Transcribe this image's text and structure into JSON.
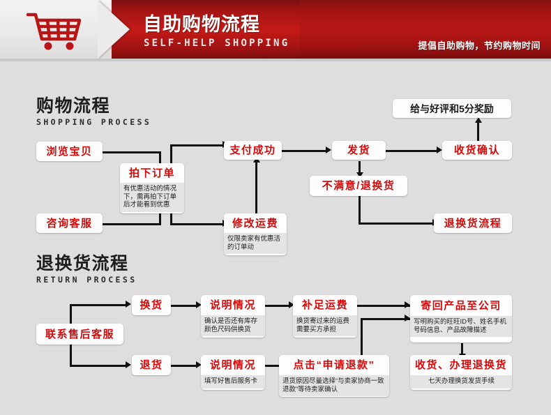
{
  "header": {
    "icon": "shopping-cart-icon",
    "title_cn": "自助购物流程",
    "title_en": "SELF-HELP SHOPPING",
    "tagline": "提倡自助购物，节约购物时间",
    "bg_color": "#b01515"
  },
  "colors": {
    "accent_red": "#d60a0a",
    "header_red": "#b01515",
    "page_bg": "#dedede",
    "node_bg": "#fdfdfd",
    "note_bg": "#e4e4e4",
    "line": "#111111"
  },
  "sections": [
    {
      "id": "shopping-process",
      "title_cn": "购物流程",
      "title_en": "SHOPPING PROCESS",
      "nodes": [
        {
          "id": "browse",
          "label": "浏览宝贝",
          "note": ""
        },
        {
          "id": "place-order",
          "label": "拍下订单",
          "note": "有优惠活动的情况下，需再拍下订单后才能看到优惠"
        },
        {
          "id": "pay-success",
          "label": "支付成功",
          "note": ""
        },
        {
          "id": "ship",
          "label": "发货",
          "note": ""
        },
        {
          "id": "confirm",
          "label": "收货确认",
          "note": ""
        },
        {
          "id": "reward",
          "label": "给与好评和5分奖励",
          "note": ""
        },
        {
          "id": "contact-cs",
          "label": "咨询客服",
          "note": ""
        },
        {
          "id": "modify-fee",
          "label": "修改运费",
          "note": "仅限卖家有优惠活的订单动"
        },
        {
          "id": "dissatisfied",
          "label": "不满意/退换货",
          "note": ""
        },
        {
          "id": "return-flow",
          "label": "退换货流程",
          "note": ""
        }
      ]
    },
    {
      "id": "return-process",
      "title_cn": "退换货流程",
      "title_en": "RETURN PROCESS",
      "nodes": [
        {
          "id": "contact-after-sales",
          "label": "联系售后客服",
          "note": ""
        },
        {
          "id": "exchange",
          "label": "换货",
          "note": ""
        },
        {
          "id": "explain-exchange",
          "label": "说明情况",
          "note": "确认是否还有库存颜色尺码供换货"
        },
        {
          "id": "pay-freight",
          "label": "补足运费",
          "note": "换货寄过来的运费需要买方承担"
        },
        {
          "id": "send-back",
          "label": "寄回产品至公司",
          "note": "写明购买的旺旺ID号、姓名手机号码信息、产品故障描述"
        },
        {
          "id": "refund",
          "label": "退货",
          "note": ""
        },
        {
          "id": "explain-refund",
          "label": "说明情况",
          "note": "填写好售后服务卡"
        },
        {
          "id": "apply-refund",
          "label": "点击“申请退款”",
          "note": "退货原因尽量选择“与卖家协商一致退款”等待卖家确认"
        },
        {
          "id": "receive-handle",
          "label": "收货、办理退换货",
          "note": "七天办理换货发货手续"
        }
      ]
    }
  ]
}
